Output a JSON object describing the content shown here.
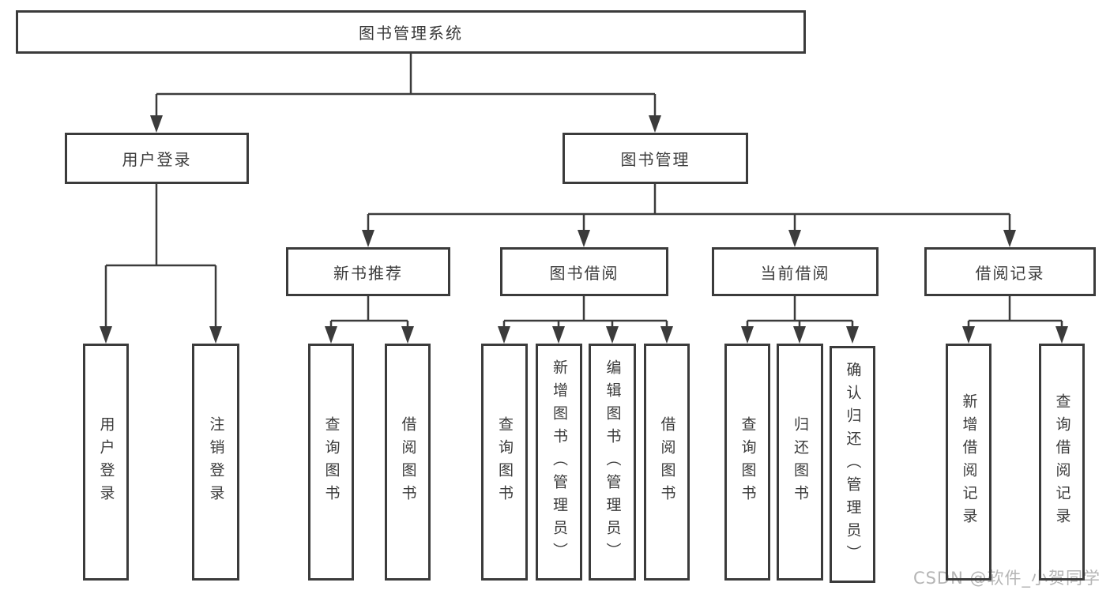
{
  "title": "图书管理系统",
  "level2": {
    "user_login": "用户登录",
    "book_management": "图书管理"
  },
  "level3": {
    "new_book_recommendation": "新书推荐",
    "book_borrowing": "图书借阅",
    "current_borrowing": "当前借阅",
    "borrowing_records": "借阅记录"
  },
  "leaves": {
    "user_login": "用户登录",
    "logout_login": "注销登录",
    "nbr_query_books": "查询图书",
    "nbr_borrow_books": "借阅图书",
    "bb_query_books": "查询图书",
    "bb_add_books_admin": "新增图书（管理员）",
    "bb_edit_books_admin": "编辑图书（管理员）",
    "bb_borrow_books": "借阅图书",
    "cb_query_books": "查询图书",
    "cb_return_books": "归还图书",
    "cb_confirm_return_admin": "确认归还（管理员）",
    "br_new_borrow_record": "新增借阅记录",
    "br_query_borrow_record": "查询借阅记录"
  },
  "watermark": "CSDN @软件_小贺同学",
  "colors": {
    "stroke": "#3b3b3b",
    "text": "#3b3b3b",
    "watermark": "#b5b5b5",
    "background": "#ffffff"
  }
}
